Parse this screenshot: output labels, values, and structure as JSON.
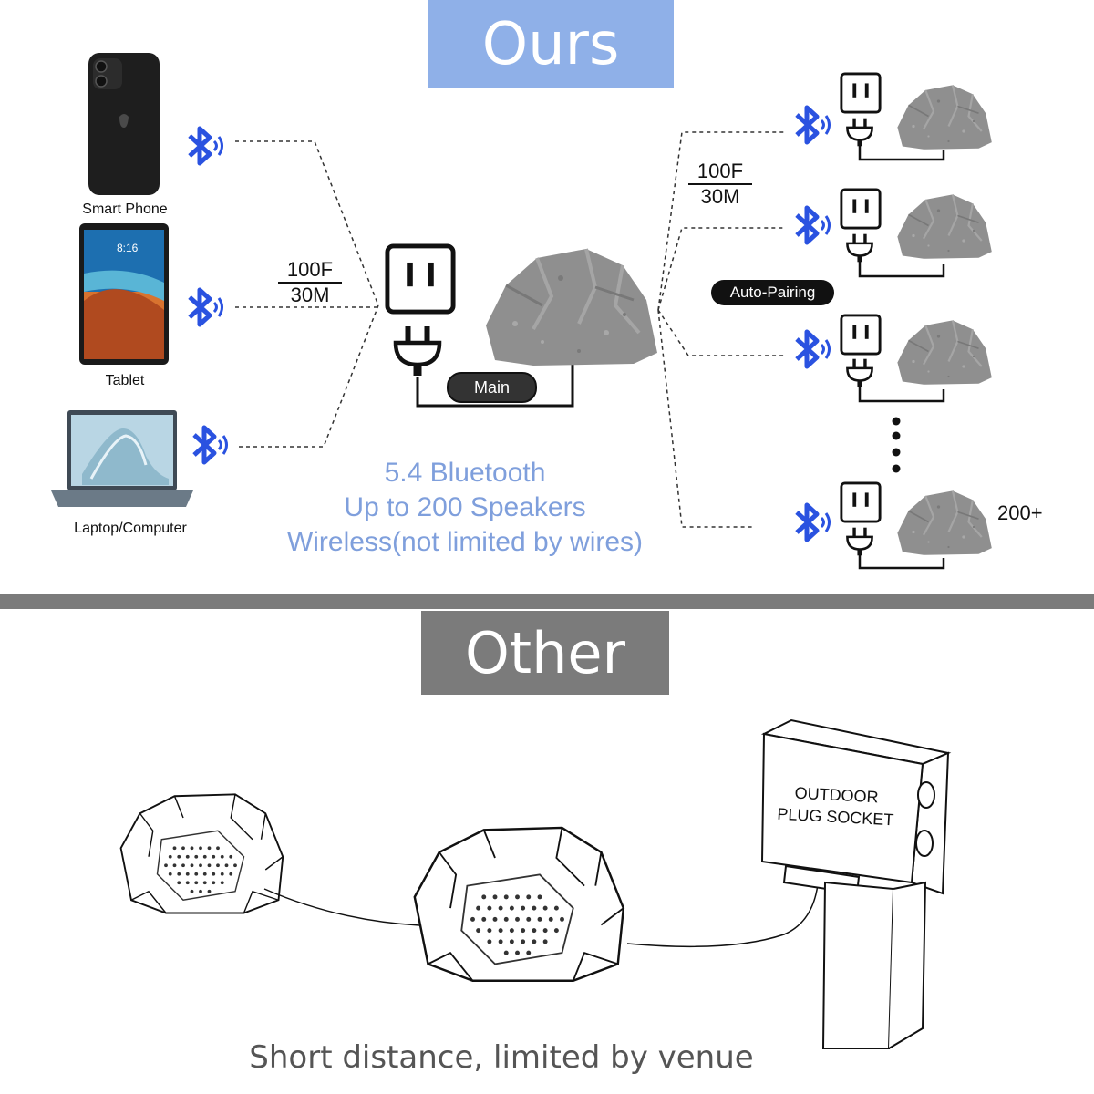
{
  "header": {
    "ours_title": "Ours",
    "other_title": "Other"
  },
  "devices": [
    {
      "name": "phone",
      "label": "Smart Phone"
    },
    {
      "name": "tablet",
      "label": "Tablet"
    },
    {
      "name": "laptop",
      "label": "Laptop/Computer"
    }
  ],
  "distance_left": {
    "numerator": "100F",
    "denominator": "30M"
  },
  "distance_right": {
    "numerator": "100F",
    "denominator": "30M"
  },
  "main_label": "Main",
  "auto_pairing_label": "Auto-Pairing",
  "speaker_count_label": "200+",
  "features": [
    "5.4 Bluetooth",
    "Up to 200 Speakers",
    "Wireless(not limited by wires)"
  ],
  "outdoor_socket": {
    "line1": "OUTDOOR",
    "line2": "PLUG SOCKET"
  },
  "bottom_caption": "Short distance, limited by venue",
  "colors": {
    "ours_banner": "#8fb0e8",
    "other_banner": "#7b7b7b",
    "bluetooth": "#2a52e0",
    "feature_text": "#7f9fdc",
    "rock": "#8f8f8f"
  },
  "icons": [
    "bluetooth-icon",
    "power-outlet-icon",
    "power-plug-icon",
    "rock-speaker-icon",
    "smartphone-icon",
    "tablet-icon",
    "laptop-icon"
  ]
}
